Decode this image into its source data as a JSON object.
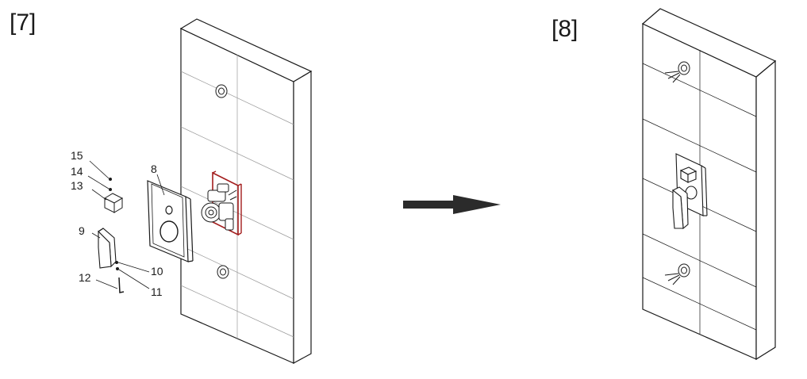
{
  "steps": [
    {
      "label": "[7]"
    },
    {
      "label": "[8]"
    }
  ],
  "callouts": {
    "c15": "15",
    "c14": "14",
    "c13": "13",
    "c8": "8",
    "c9": "9",
    "c10": "10",
    "c12": "12",
    "c11": "11"
  },
  "colors": {
    "line": "#1a1a1a",
    "highlight": "#a31d1d",
    "arrow": "#2b2b2b"
  },
  "icons": {
    "arrow": "right-arrow-icon"
  }
}
